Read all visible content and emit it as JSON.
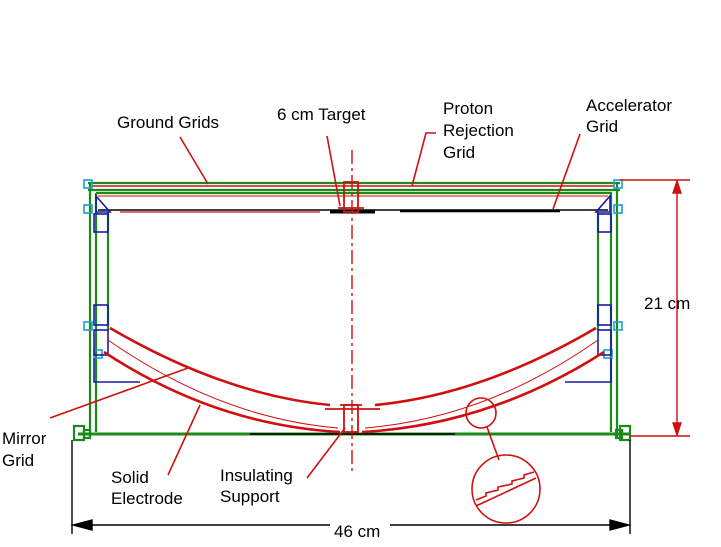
{
  "labels": {
    "ground_grids": "Ground Grids",
    "target": "6 cm Target",
    "proton_1": "Proton",
    "proton_2": "Rejection",
    "proton_3": "Grid",
    "accel_1": "Accelerator",
    "accel_2": "Grid",
    "height": "21 cm",
    "mirror_1": "Mirror",
    "mirror_2": "Grid",
    "solid_1": "Solid",
    "solid_2": "Electrode",
    "insul_1": "Insulating",
    "insul_2": "Support",
    "width": "46 cm"
  },
  "colors": {
    "frame": "#1a8a1a",
    "electrode": "#d01010",
    "support_block": "#1a1aa8",
    "fitting": "#1aa0d0",
    "text": "#000000"
  }
}
